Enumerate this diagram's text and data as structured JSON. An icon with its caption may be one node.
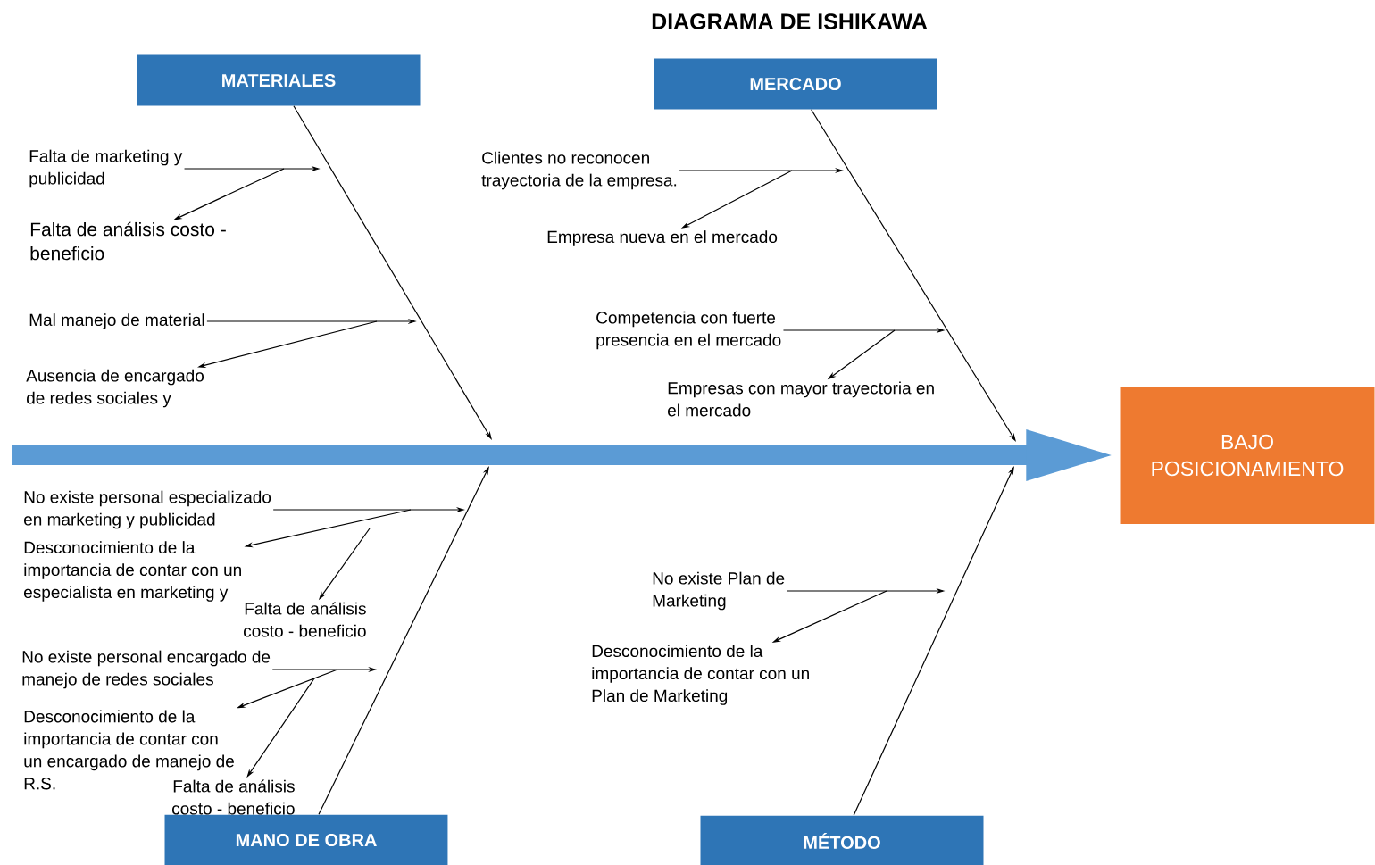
{
  "diagram": {
    "title": "DIAGRAMA DE ISHIKAWA",
    "nodes": [
      {
        "text": [
          "MATERIALES"
        ]
      },
      {
        "text": [
          "MERCADO"
        ]
      },
      {
        "text": [
          "MANO DE OBRA"
        ]
      },
      {
        "text": [
          "MÉTODO"
        ]
      },
      {
        "text": [
          "BAJO POSICIONAMIENTO"
        ]
      },
      {
        "text": [
          "Falta de marketing y publicidad"
        ]
      },
      {
        "text": [
          "Falta de análisis costo - beneficio"
        ]
      },
      {
        "text": [
          "Mal manejo de material"
        ]
      },
      {
        "text": [
          "Ausencia de encargado de redes sociales y"
        ]
      },
      {
        "text": [
          "Clientes no reconocen trayectoria de la empresa."
        ]
      },
      {
        "text": [
          "Empresa nueva en el mercado"
        ]
      },
      {
        "text": [
          "Competencia con fuerte presencia en el mercado"
        ]
      },
      {
        "text": [
          "Empresas con mayor trayectoria en el mercado"
        ]
      },
      {
        "text": [
          "No existe personal especializado en marketing y publicidad"
        ]
      },
      {
        "text": [
          "Desconocimiento de la importancia de contar con un especialista en marketing y"
        ]
      },
      {
        "text": [
          "Falta de análisis costo - beneficio"
        ]
      },
      {
        "text": [
          "No existe personal encargado de manejo de redes sociales"
        ]
      },
      {
        "text": [
          "Desconocimiento de la importancia de contar con un encargado de manejo de R.S."
        ]
      },
      {
        "text": [
          "Falta de análisis costo - beneficio"
        ]
      },
      {
        "text": [
          "No existe Plan de Marketing"
        ]
      },
      {
        "text": [
          "Desconocimiento de la importancia de contar con un Plan de Marketing"
        ]
      }
    ],
    "edges": [
      {
        "from": 0,
        "to": null,
        "arrow": "to"
      },
      {
        "from": 1,
        "to": null,
        "arrow": "to"
      },
      {
        "from": 2,
        "to": null,
        "arrow": "to"
      },
      {
        "from": 3,
        "to": null,
        "arrow": "to"
      },
      {
        "from": null,
        "to": 4,
        "arrow": "to",
        "style": "thick",
        "color": "#5b9bd5"
      },
      {
        "from": 5,
        "to": null,
        "arrow": "to"
      },
      {
        "from": null,
        "to": 6,
        "arrow": "to"
      },
      {
        "from": 7,
        "to": null,
        "arrow": "to"
      },
      {
        "from": null,
        "to": 8,
        "arrow": "to"
      },
      {
        "from": 9,
        "to": null,
        "arrow": "to"
      },
      {
        "from": null,
        "to": 10,
        "arrow": "to"
      },
      {
        "from": 11,
        "to": null,
        "arrow": "to"
      },
      {
        "from": null,
        "to": 12,
        "arrow": "to"
      },
      {
        "from": 13,
        "to": null,
        "arrow": "to"
      },
      {
        "from": null,
        "to": 14,
        "arrow": "to"
      },
      {
        "from": null,
        "to": 15,
        "arrow": "to"
      },
      {
        "from": 16,
        "to": null,
        "arrow": "to"
      },
      {
        "from": null,
        "to": 17,
        "arrow": "to"
      },
      {
        "from": null,
        "to": 18,
        "arrow": "to"
      },
      {
        "from": 19,
        "to": null,
        "arrow": "to"
      },
      {
        "from": null,
        "to": 20,
        "arrow": "to"
      }
    ]
  }
}
